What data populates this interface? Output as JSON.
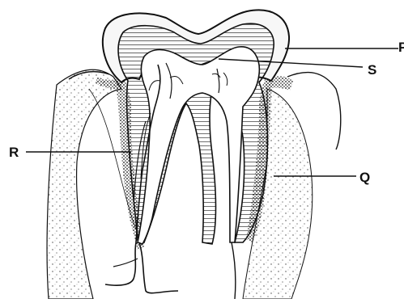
{
  "diagram": {
    "labels": {
      "P": "P",
      "S": "S",
      "R": "R",
      "Q": "Q"
    },
    "colors": {
      "ink": "#111111",
      "paper": "#ffffff",
      "enamel": "#f7f7f7",
      "dentine_hatch": "#222222",
      "gum_stipple": "#333333"
    }
  }
}
